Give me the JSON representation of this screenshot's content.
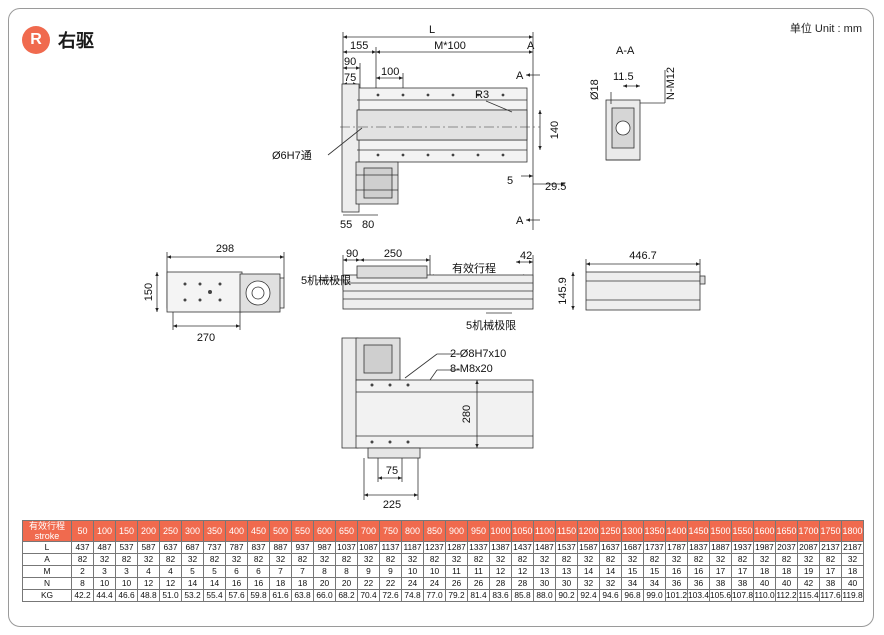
{
  "header": {
    "badge": "R",
    "title": "右驱",
    "unit": "单位 Unit : mm"
  },
  "drawing": {
    "top_view": {
      "dims": {
        "L": "L",
        "d155": "155",
        "m100": "M*100",
        "d90": "90",
        "d75": "75",
        "d100": "100",
        "r3": "R3",
        "d140": "140",
        "hole": "Ø6H7通",
        "d5": "5",
        "d29_5": "29.5",
        "d55": "55",
        "d80": "80",
        "secA_top": "A",
        "secA_mid": "A",
        "secA_bot": "A"
      }
    },
    "section_view": {
      "title": "A-A",
      "d18": "Ø18",
      "d11_5": "11.5",
      "nm12": "N-M12"
    },
    "end_view": {
      "d298": "298",
      "d150": "150",
      "d270": "270"
    },
    "side_view": {
      "d90": "90",
      "d250": "250",
      "d42": "42",
      "stroke": "有效行程",
      "limit_left": "5机械极限",
      "limit_right": "5机械极限"
    },
    "rear_view": {
      "d446_7": "446.7",
      "d145_9": "145.9"
    },
    "bottom_view": {
      "pin": "2-Ø8H7x10",
      "thread": "8-M8x20",
      "d280": "280",
      "d75": "75",
      "d225": "225"
    }
  },
  "spec_table": {
    "header_label_cn": "有效行程",
    "header_label_en": "stroke",
    "strokes": [
      "50",
      "100",
      "150",
      "200",
      "250",
      "300",
      "350",
      "400",
      "450",
      "500",
      "550",
      "600",
      "650",
      "700",
      "750",
      "800",
      "850",
      "900",
      "950",
      "1000",
      "1050",
      "1100",
      "1150",
      "1200",
      "1250",
      "1300",
      "1350",
      "1400",
      "1450",
      "1500",
      "1550",
      "1600",
      "1650",
      "1700",
      "1750",
      "1800"
    ],
    "rows": [
      {
        "label": "L",
        "values": [
          "437",
          "487",
          "537",
          "587",
          "637",
          "687",
          "737",
          "787",
          "837",
          "887",
          "937",
          "987",
          "1037",
          "1087",
          "1137",
          "1187",
          "1237",
          "1287",
          "1337",
          "1387",
          "1437",
          "1487",
          "1537",
          "1587",
          "1637",
          "1687",
          "1737",
          "1787",
          "1837",
          "1887",
          "1937",
          "1987",
          "2037",
          "2087",
          "2137",
          "2187"
        ]
      },
      {
        "label": "A",
        "values": [
          "82",
          "32",
          "82",
          "32",
          "82",
          "32",
          "82",
          "32",
          "82",
          "32",
          "82",
          "32",
          "82",
          "32",
          "82",
          "32",
          "82",
          "32",
          "82",
          "32",
          "82",
          "32",
          "82",
          "32",
          "82",
          "32",
          "82",
          "32",
          "82",
          "32",
          "82",
          "32",
          "82",
          "32",
          "82",
          "32"
        ]
      },
      {
        "label": "M",
        "values": [
          "2",
          "3",
          "3",
          "4",
          "4",
          "5",
          "5",
          "6",
          "6",
          "7",
          "7",
          "8",
          "8",
          "9",
          "9",
          "10",
          "10",
          "11",
          "11",
          "12",
          "12",
          "13",
          "13",
          "14",
          "14",
          "15",
          "15",
          "16",
          "16",
          "17",
          "17",
          "18",
          "18",
          "19",
          "17",
          "18"
        ]
      },
      {
        "label": "N",
        "values": [
          "8",
          "10",
          "10",
          "12",
          "12",
          "14",
          "14",
          "16",
          "16",
          "18",
          "18",
          "20",
          "20",
          "22",
          "22",
          "24",
          "24",
          "26",
          "26",
          "28",
          "28",
          "30",
          "30",
          "32",
          "32",
          "34",
          "34",
          "36",
          "36",
          "38",
          "38",
          "40",
          "40",
          "42",
          "38",
          "40"
        ]
      },
      {
        "label": "KG",
        "values": [
          "42.2",
          "44.4",
          "46.6",
          "48.8",
          "51.0",
          "53.2",
          "55.4",
          "57.6",
          "59.8",
          "61.6",
          "63.8",
          "66.0",
          "68.2",
          "70.4",
          "72.6",
          "74.8",
          "77.0",
          "79.2",
          "81.4",
          "83.6",
          "85.8",
          "88.0",
          "90.2",
          "92.4",
          "94.6",
          "96.8",
          "99.0",
          "101.2",
          "103.4",
          "105.6",
          "107.8",
          "110.0",
          "112.2",
          "115.4",
          "117.6",
          "119.8"
        ]
      }
    ]
  },
  "colors": {
    "accent": "#f06a4e",
    "line": "#333333",
    "part_fill": "#e6e6e6"
  }
}
